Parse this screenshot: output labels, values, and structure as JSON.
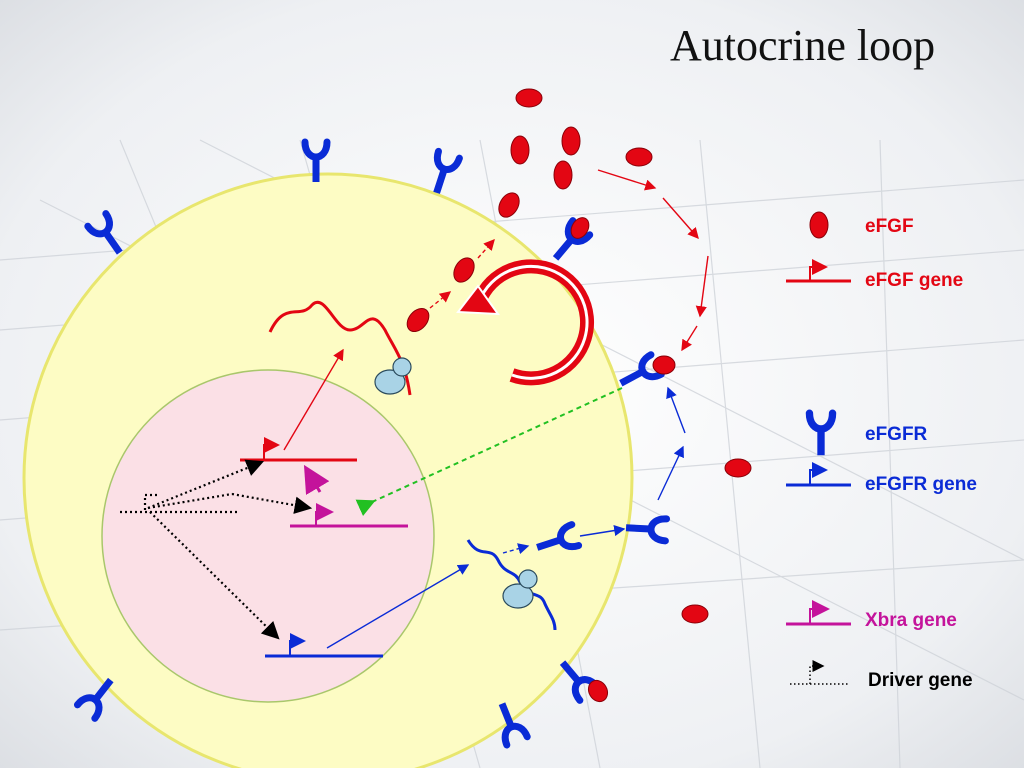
{
  "title": "Autocrine loop",
  "colors": {
    "egf_red": "#e30613",
    "receptor_blue": "#0a2bd6",
    "xbra_magenta": "#c4139b",
    "cell_fill": "#fdfcc4",
    "cell_outline": "#e8e66e",
    "nucleus_fill": "#fbe0e6",
    "nucleus_outline": "#a9c76b",
    "ribosome_fill": "#a9d3e6",
    "green_dashed": "#22c022",
    "driver_black": "#000000"
  },
  "legend": {
    "efgf": "eFGF",
    "efgf_gene": "eFGF gene",
    "efgfr": "eFGFR",
    "efgfr_gene": "eFGFR gene",
    "xbra_gene": "Xbra gene",
    "driver_gene": "Driver gene"
  }
}
